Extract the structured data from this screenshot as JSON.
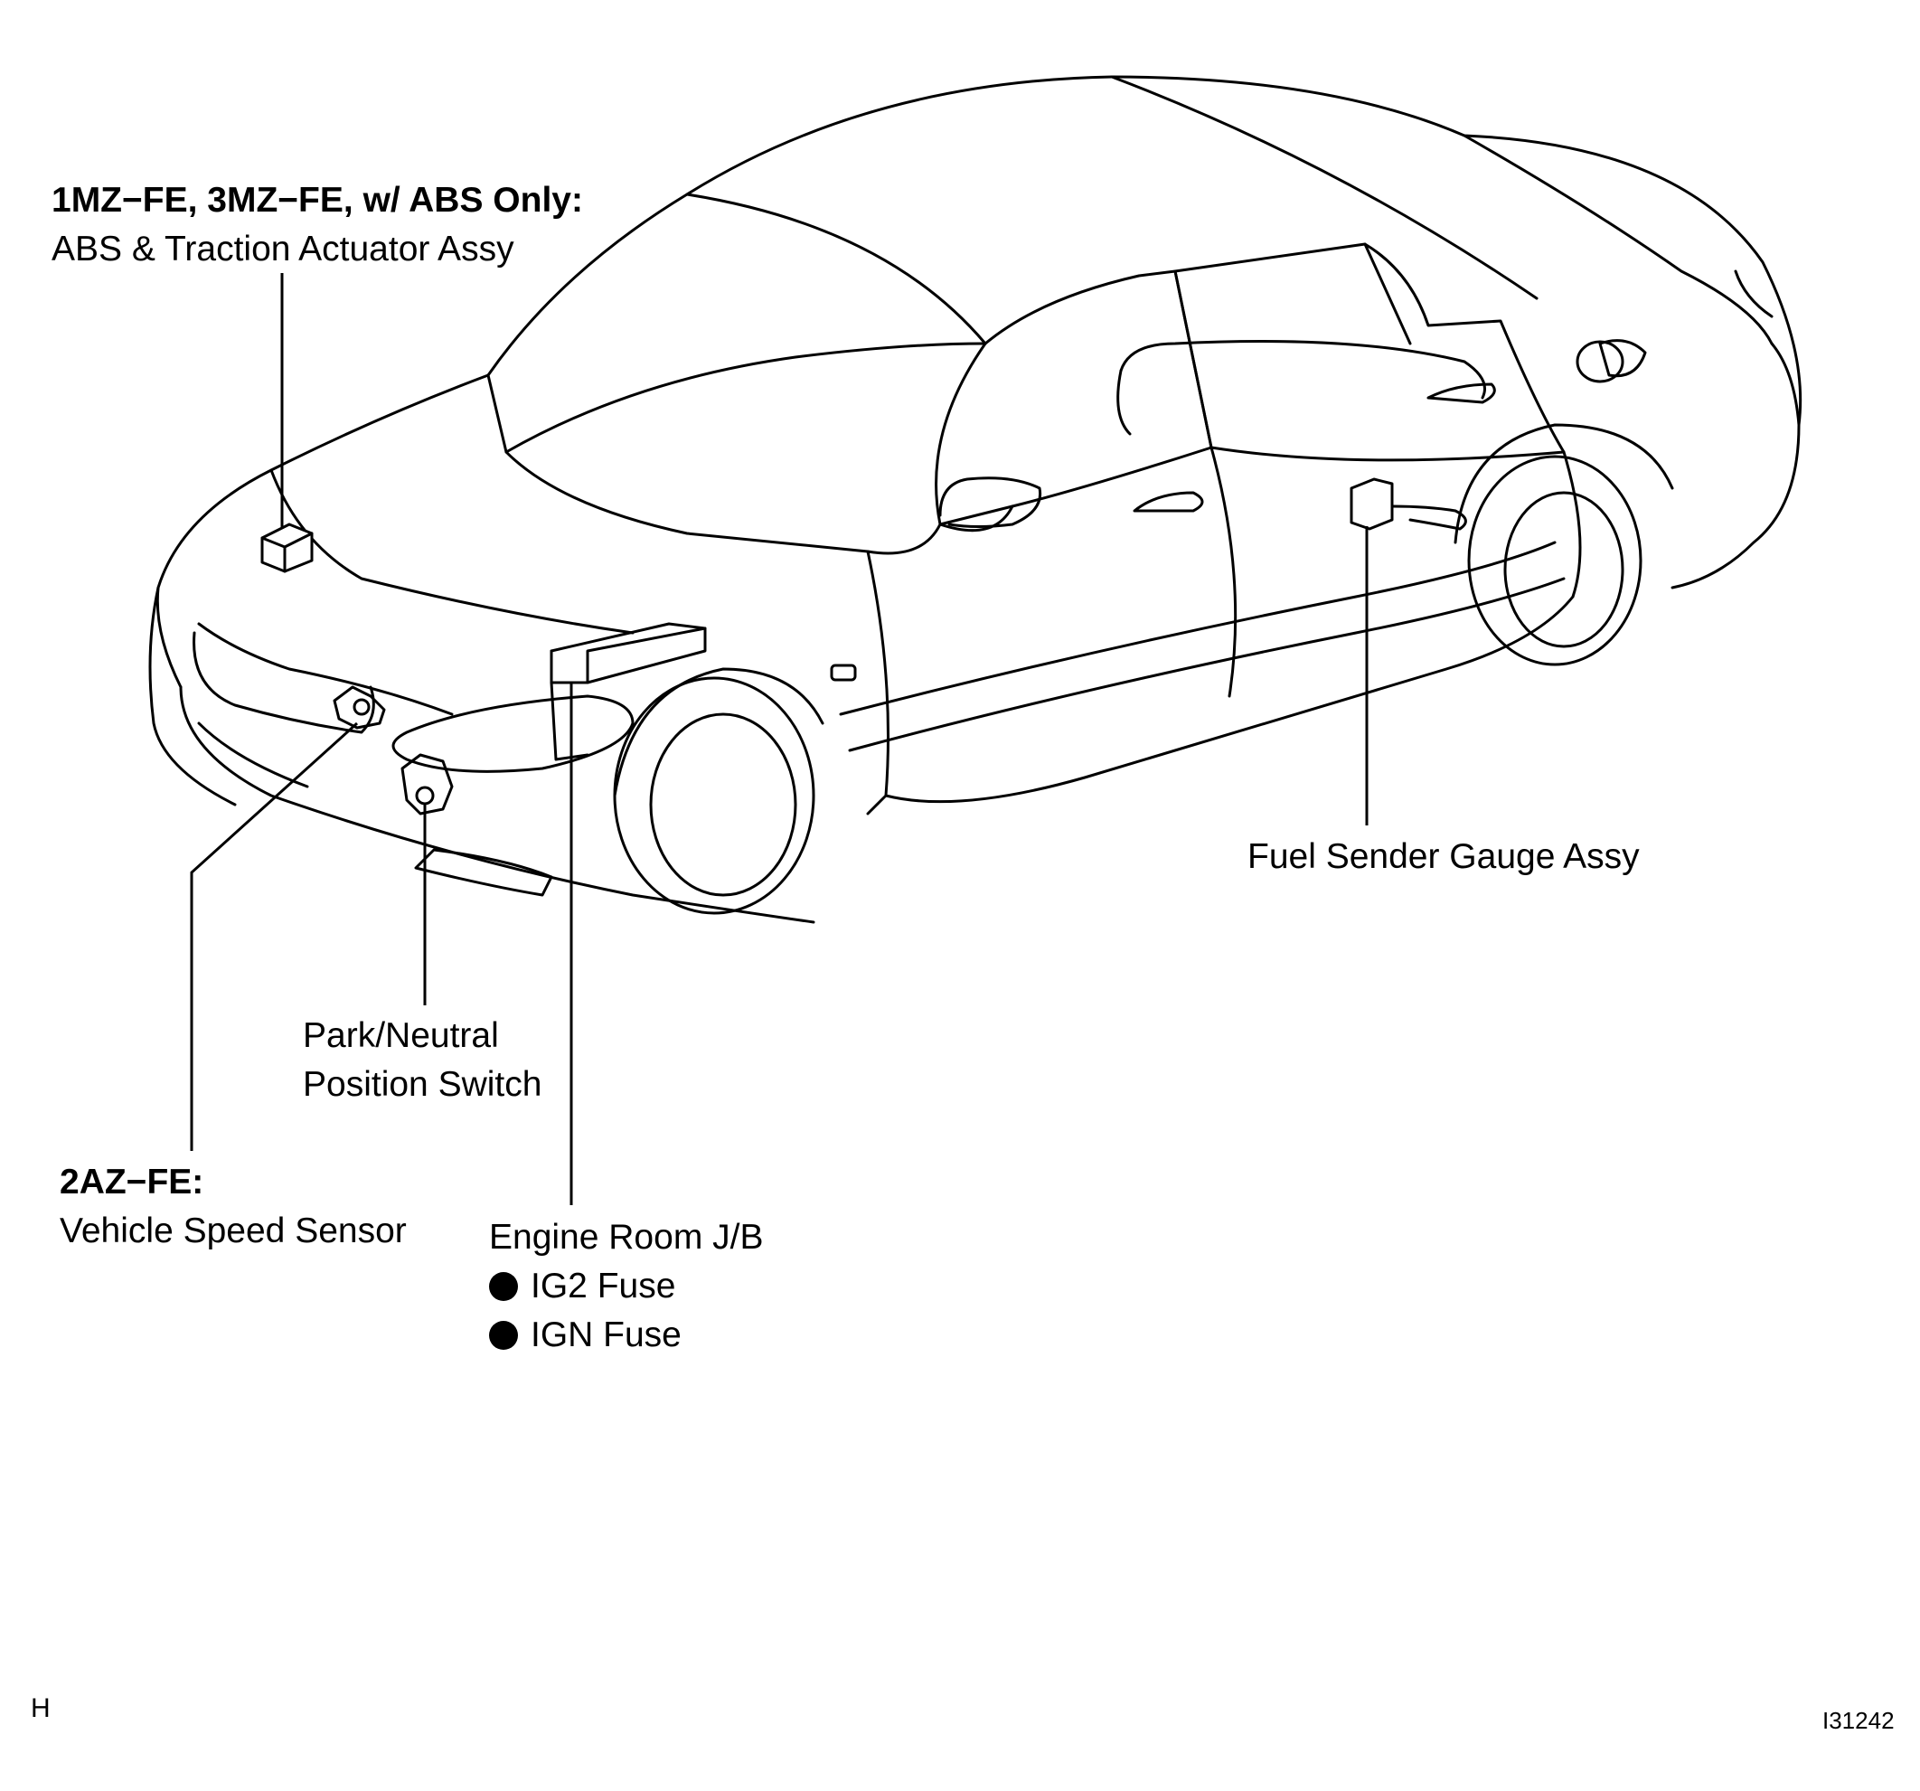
{
  "labels": {
    "abs": {
      "heading": "1MZ−FE, 3MZ−FE, w/ ABS Only:",
      "name": "ABS & Traction Actuator Assy"
    },
    "fuel": {
      "name": "Fuel Sender Gauge Assy"
    },
    "pnp": {
      "line1": "Park/Neutral",
      "line2": "Position Switch"
    },
    "vss": {
      "heading": "2AZ−FE:",
      "name": "Vehicle Speed Sensor"
    },
    "jb": {
      "name": "Engine Room J/B",
      "fuses": [
        "IG2 Fuse",
        "IGN Fuse"
      ]
    }
  },
  "corner_left": "H",
  "corner_right": "I31242"
}
